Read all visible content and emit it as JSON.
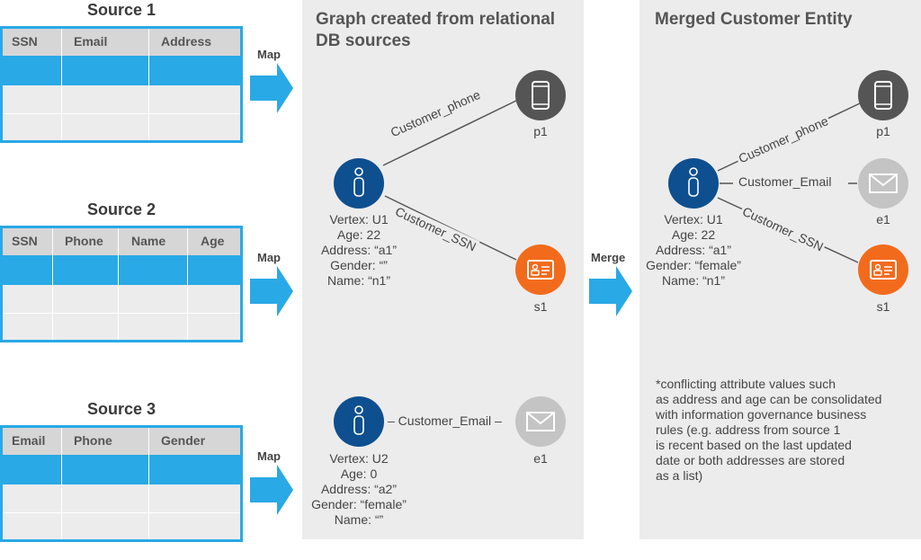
{
  "sources": [
    {
      "title": "Source 1",
      "columns": [
        "SSN",
        "Email",
        "Address"
      ]
    },
    {
      "title": "Source 2",
      "columns": [
        "SSN",
        "Phone",
        "Name",
        "Age"
      ]
    },
    {
      "title": "Source 3",
      "columns": [
        "Email",
        "Phone",
        "Gender"
      ]
    }
  ],
  "map_label": "Map",
  "merge_label": "Merge",
  "graph_panel": {
    "title_line1": "Graph created from relational",
    "title_line2": "DB sources",
    "u1_attrs": [
      "Vertex: U1",
      "Age: 22",
      "Address: “a1”",
      "Gender: “”",
      "Name: “n1”"
    ],
    "u2_attrs": [
      "Vertex: U2",
      "Age: 0",
      "Address: “a2”",
      "Gender: “female”",
      "Name: “”"
    ],
    "edge_phone": "Customer_phone",
    "edge_ssn": "Customer_SSN",
    "edge_email": "– Customer_Email –",
    "p1": "p1",
    "s1": "s1",
    "e1": "e1"
  },
  "merged_panel": {
    "title": "Merged Customer Entity",
    "u1_attrs": [
      "Vertex: U1",
      "Age: 22",
      "Address: “a1”",
      "Gender: “female”",
      "Name: “n1”"
    ],
    "edge_phone": "Customer_phone",
    "edge_email": "Customer_Email",
    "edge_ssn": "Customer_SSN",
    "p1": "p1",
    "e1": "e1",
    "s1": "s1",
    "note_lines": [
      "*conflicting attribute values such",
      "as address and age can be consolidated",
      "with information governance business",
      "rules (e.g. address from source 1",
      "is recent based on the last updated",
      "date or both addresses are stored",
      "as a list)"
    ]
  },
  "colors": {
    "accent_blue": "#29a9e6",
    "node_navy": "#0e4f8f",
    "node_gray": "#555555",
    "node_light": "#c4c4c4",
    "node_orange": "#f26b1d"
  }
}
